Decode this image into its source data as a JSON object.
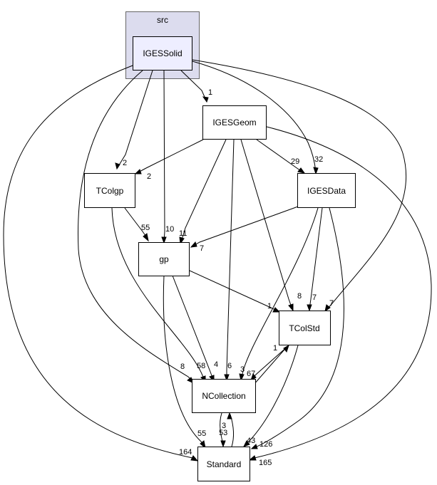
{
  "cluster": {
    "label": "src",
    "fill": "#dcdcee",
    "stroke": "#666666"
  },
  "nodes": {
    "igessolid": {
      "label": "IGESSolid",
      "fill": "#eeeeff"
    },
    "igesgeom": {
      "label": "IGESGeom"
    },
    "tcolgp": {
      "label": "TColgp"
    },
    "igesdata": {
      "label": "IGESData"
    },
    "gp": {
      "label": "gp"
    },
    "tcolstd": {
      "label": "TColStd"
    },
    "ncollection": {
      "label": "NCollection"
    },
    "standard": {
      "label": "Standard"
    }
  },
  "edges": [
    {
      "id": "solid-geom",
      "from": "IGESSolid",
      "to": "IGESGeom",
      "label": "1"
    },
    {
      "id": "solid-tcolgp",
      "from": "IGESSolid",
      "to": "TColgp",
      "label": "2"
    },
    {
      "id": "solid-gp",
      "from": "IGESSolid",
      "to": "gp",
      "label": "10"
    },
    {
      "id": "solid-igesdata",
      "from": "IGESSolid",
      "to": "IGESData",
      "label": "32"
    },
    {
      "id": "solid-tcolstd",
      "from": "IGESSolid",
      "to": "TColStd",
      "label": "7"
    },
    {
      "id": "solid-ncollection",
      "from": "IGESSolid",
      "to": "NCollection",
      "label": "8"
    },
    {
      "id": "solid-standard",
      "from": "IGESSolid",
      "to": "Standard",
      "label": "164"
    },
    {
      "id": "geom-tcolgp",
      "from": "IGESGeom",
      "to": "TColgp",
      "label": "2"
    },
    {
      "id": "geom-gp",
      "from": "IGESGeom",
      "to": "gp",
      "label": "11"
    },
    {
      "id": "geom-igesdata",
      "from": "IGESGeom",
      "to": "IGESData",
      "label": "29"
    },
    {
      "id": "geom-tcolstd",
      "from": "IGESGeom",
      "to": "TColStd",
      "label": "8"
    },
    {
      "id": "geom-ncollection",
      "from": "IGESGeom",
      "to": "NCollection",
      "label": "6"
    },
    {
      "id": "geom-standard",
      "from": "IGESGeom",
      "to": "Standard",
      "label": "165"
    },
    {
      "id": "tcolgp-gp",
      "from": "TColgp",
      "to": "gp",
      "label": "55"
    },
    {
      "id": "tcolgp-ncollection",
      "from": "TColgp",
      "to": "NCollection",
      "label": "58"
    },
    {
      "id": "igesdata-gp",
      "from": "IGESData",
      "to": "gp",
      "label": "7"
    },
    {
      "id": "igesdata-tcolstd",
      "from": "IGESData",
      "to": "TColStd",
      "label": "7"
    },
    {
      "id": "igesdata-ncollection",
      "from": "IGESData",
      "to": "NCollection",
      "label": "3"
    },
    {
      "id": "igesdata-standard",
      "from": "IGESData",
      "to": "Standard",
      "label": "126"
    },
    {
      "id": "gp-tcolstd",
      "from": "gp",
      "to": "TColStd",
      "label": "1"
    },
    {
      "id": "gp-ncollection",
      "from": "gp",
      "to": "NCollection",
      "label": "4"
    },
    {
      "id": "gp-standard",
      "from": "gp",
      "to": "Standard",
      "label": "55"
    },
    {
      "id": "tcolstd-ncollection",
      "from": "TColStd",
      "to": "NCollection",
      "label": "67"
    },
    {
      "id": "ncollection-tcolstd",
      "from": "NCollection",
      "to": "TColStd",
      "label": "1"
    },
    {
      "id": "tcolstd-standard",
      "from": "TColStd",
      "to": "Standard",
      "label": "43"
    },
    {
      "id": "ncollection-standard",
      "from": "NCollection",
      "to": "Standard",
      "label": "53"
    },
    {
      "id": "standard-ncollection",
      "from": "Standard",
      "to": "NCollection",
      "label": "3"
    }
  ]
}
